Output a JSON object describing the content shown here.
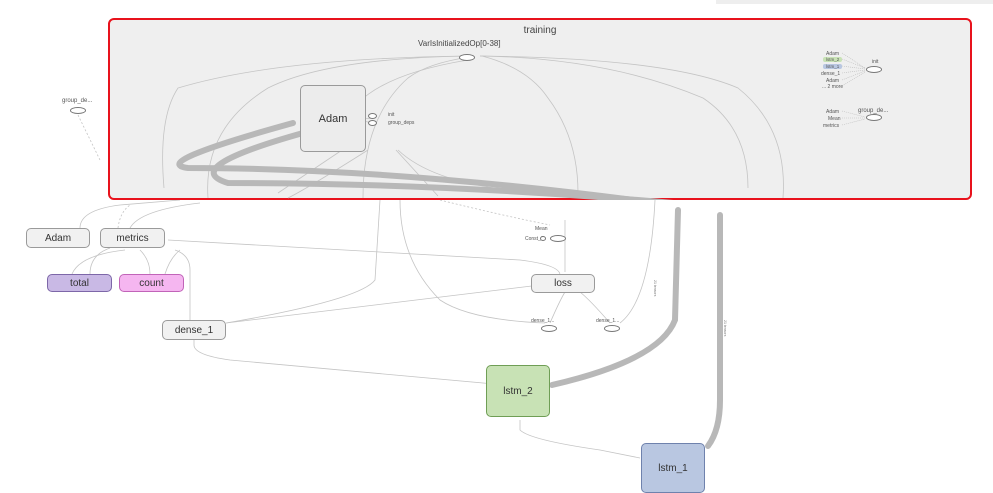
{
  "training": {
    "title": "training",
    "op_vars": "VarIsInitializedOp[0-38]",
    "adam": "Adam",
    "init": "init",
    "group_deps": "group_deps",
    "legend_init": {
      "inputs": [
        "Adam",
        "lstm_2",
        "lstm_1",
        "dense_1",
        "Adam"
      ],
      "more": "... 2 more",
      "target": "init"
    },
    "legend_group": {
      "inputs": [
        "Adam",
        "Mean",
        "metrics"
      ],
      "target": "group_de..."
    }
  },
  "outside": {
    "group_de": "group_de...",
    "adam": "Adam",
    "metrics": "metrics",
    "total": "total",
    "count": "count",
    "dense_1": "dense_1",
    "loss": "loss",
    "mean": "Mean",
    "const_0": "Const_0",
    "dense_1_target_a": "dense_1...",
    "dense_1_target_b": "dense_1...",
    "lstm_2": "lstm_2",
    "lstm_1": "lstm_1"
  },
  "edge_labels": {
    "tensors_1": "21 tensors",
    "tensors_2": "21 tensors"
  },
  "colors": {
    "highlight_border": "#e8121c",
    "lstm_2_fill": "#c8e2b5",
    "lstm_1_fill": "#b9c7e1",
    "total_fill": "#c9b9e5",
    "count_fill": "#f5b6f0"
  }
}
